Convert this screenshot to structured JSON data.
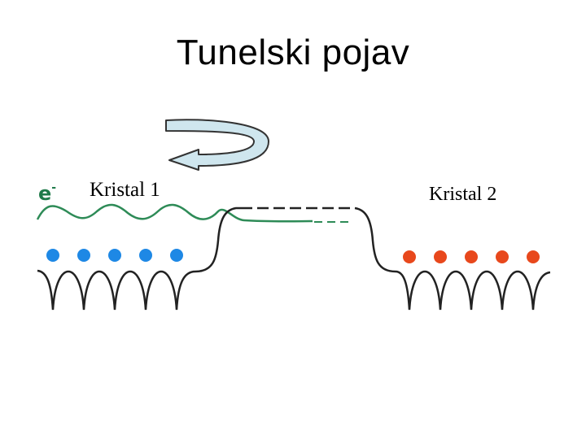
{
  "title": "Tunelski pojav",
  "labels": {
    "crystal1": "Kristal 1",
    "crystal2": "Kristal 2",
    "electron_symbol": "e",
    "electron_charge": "-"
  },
  "colors": {
    "crystal1_atoms": "#1e88e5",
    "crystal2_atoms": "#e8481c",
    "wave": "#2e8b57",
    "electron_label": "#1f7a4a",
    "arrow_fill": "#cfe6ee",
    "arrow_stroke": "#333333",
    "potential": "#222222"
  },
  "icons": {
    "return_arrow": "curved-arrow-left-icon"
  }
}
